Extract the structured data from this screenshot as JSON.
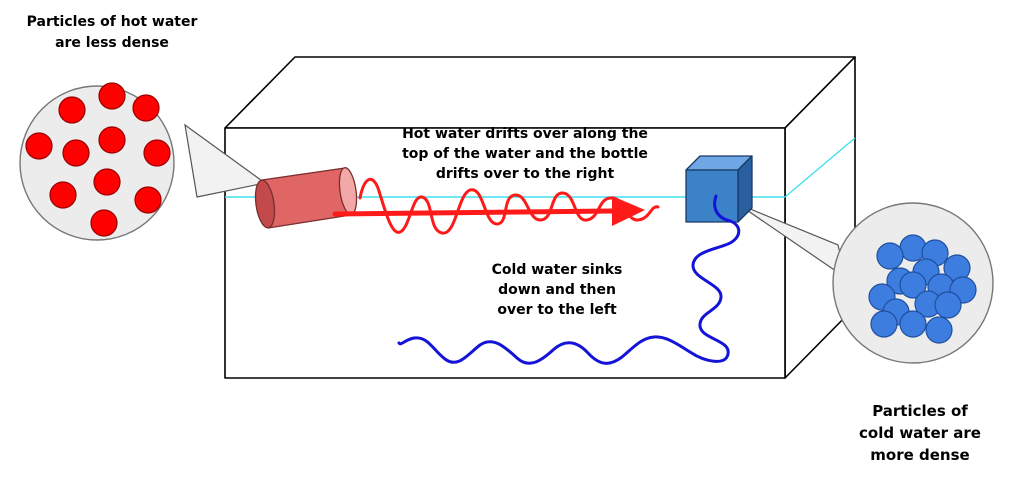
{
  "labels": {
    "hot_particles": [
      "Particles of hot water",
      "are less dense"
    ],
    "hot_flow": [
      "Hot water drifts over along the",
      "top of the water and the bottle",
      "drifts over to the right"
    ],
    "cold_flow": [
      "Cold water sinks",
      "down and then",
      "over to the left"
    ],
    "cold_particles": [
      "Particles of",
      "cold water are",
      "more dense"
    ]
  },
  "colors": {
    "hot_particle": "#ff0000",
    "cold_particle": "#3d7de0",
    "hot_current": "#ff1a1a",
    "cold_current": "#1414d8",
    "water_line": "#40e0f0",
    "bottle": "#e06666",
    "ice_cube": "#3b82c9",
    "magnifier_bg": "#ececec"
  },
  "icons": {
    "bottle": "bottle-icon",
    "ice_cube": "ice-cube-icon"
  }
}
